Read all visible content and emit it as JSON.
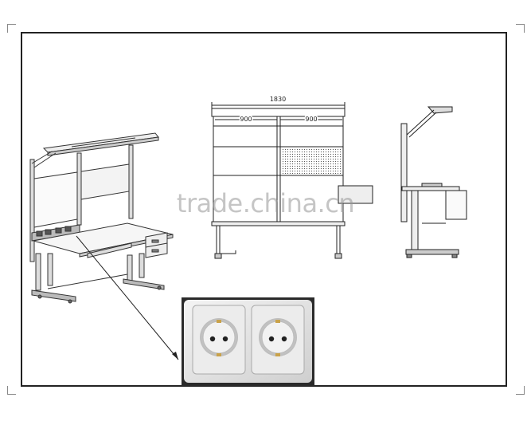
{
  "dimensions": {
    "total_width": "1830",
    "left_section": "900",
    "right_section": "900"
  },
  "watermark": "trade.china.cn",
  "icons": {
    "socket_strip": "socket-strip-icon",
    "photo": "double-power-socket-photo"
  }
}
